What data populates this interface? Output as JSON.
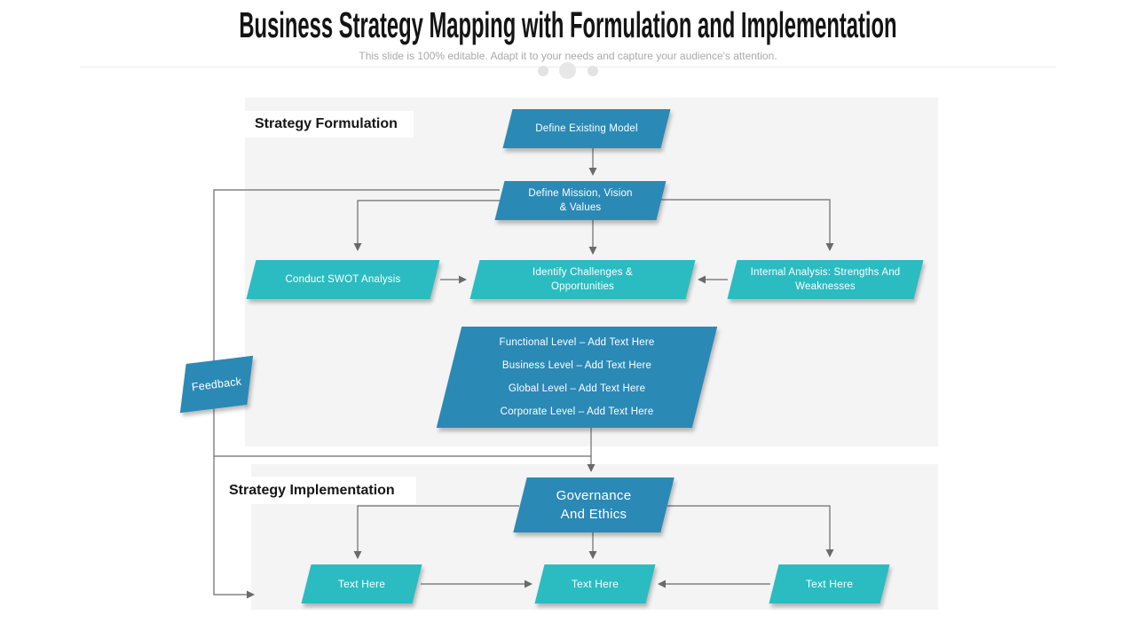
{
  "slide": {
    "title": "Business Strategy Mapping with Formulation and Implementation",
    "subtitle": "This slide is 100% editable. Adapt it to your needs and capture your audience's attention."
  },
  "sections": {
    "formulation_label": "Strategy Formulation",
    "implementation_label": "Strategy Implementation"
  },
  "nodes": {
    "define_existing_model": {
      "line1": "Define Existing Model"
    },
    "define_mission": {
      "line1": "Define Mission, Vision",
      "line2": "& Values"
    },
    "conduct_swot": {
      "line1": "Conduct SWOT Analysis"
    },
    "identify_challenges": {
      "line1": "Identify Challenges &",
      "line2": "Opportunities"
    },
    "internal_analysis": {
      "line1": "Internal Analysis: Strengths And",
      "line2": "Weaknesses"
    },
    "levels": {
      "line1": "Functional Level – Add Text Here",
      "line2": "Business Level – Add Text Here",
      "line3": "Global Level – Add Text Here",
      "line4": "Corporate Level – Add Text Here"
    },
    "feedback": {
      "line1": "Feedback"
    },
    "governance": {
      "line1": "Governance",
      "line2": "And Ethics"
    },
    "text_left": {
      "line1": "Text Here"
    },
    "text_middle": {
      "line1": "Text Here"
    },
    "text_right": {
      "line1": "Text Here"
    }
  },
  "palette": {
    "blue": "#2B89B6",
    "teal": "#2ABCC1",
    "connector": "#6A6A6A",
    "panel": "#F4F4F5",
    "title_text": "#141414",
    "subtitle_text": "#A9A9A9"
  }
}
